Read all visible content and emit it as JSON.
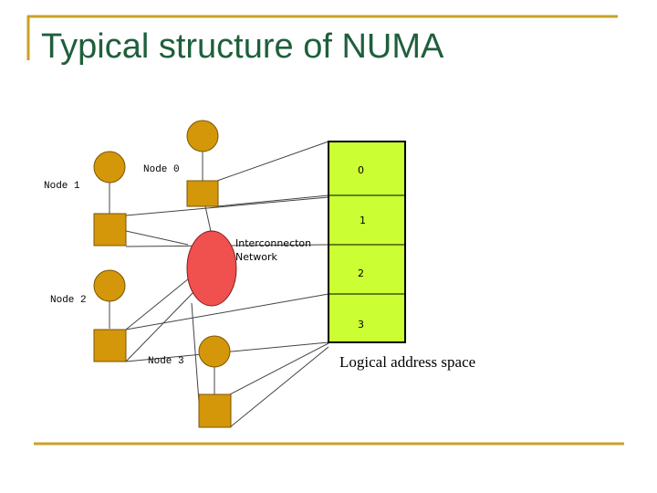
{
  "slide": {
    "title": "Typical structure of NUMA"
  },
  "diagram": {
    "nodes": [
      {
        "label": "Node 0"
      },
      {
        "label": "Node 1"
      },
      {
        "label": "Node 2"
      },
      {
        "label": "Node 3"
      }
    ],
    "interconnect": {
      "line1": "Interconnecton",
      "line2": "Network"
    },
    "memory_segments": [
      "0",
      "1",
      "2",
      "3"
    ],
    "memory_caption": "Logical address space"
  },
  "colors": {
    "title": "#1f5f3c",
    "rule": "#c9a227",
    "node": "#d4970a",
    "node_stroke": "#7a5500",
    "interconnect": "#f0504e",
    "memory": "#ccff33"
  }
}
